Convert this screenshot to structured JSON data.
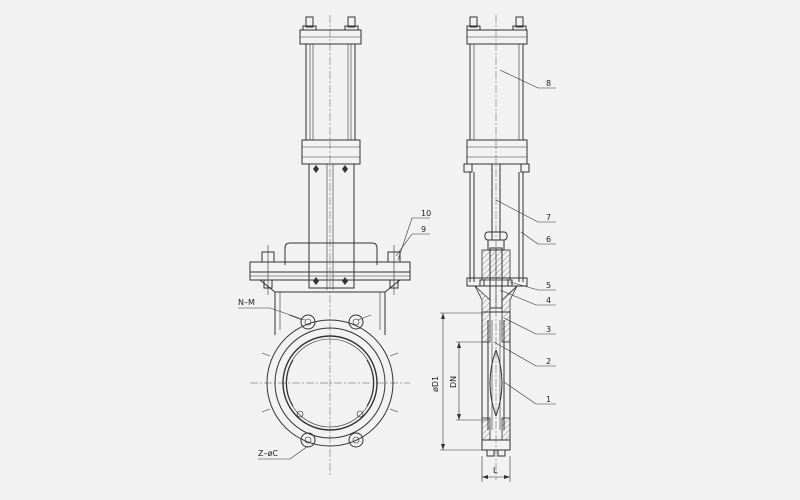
{
  "drawing": {
    "front_labels": {
      "nm": "N–M",
      "zc": "Z–øC"
    },
    "side_dims": {
      "d1": "øD1",
      "dn": "DN",
      "l": "L"
    },
    "part_numbers": [
      "1",
      "2",
      "3",
      "4",
      "5",
      "6",
      "7",
      "8",
      "9",
      "10"
    ]
  },
  "colors": {
    "background": "#f2f2f2",
    "line": "#333333"
  }
}
